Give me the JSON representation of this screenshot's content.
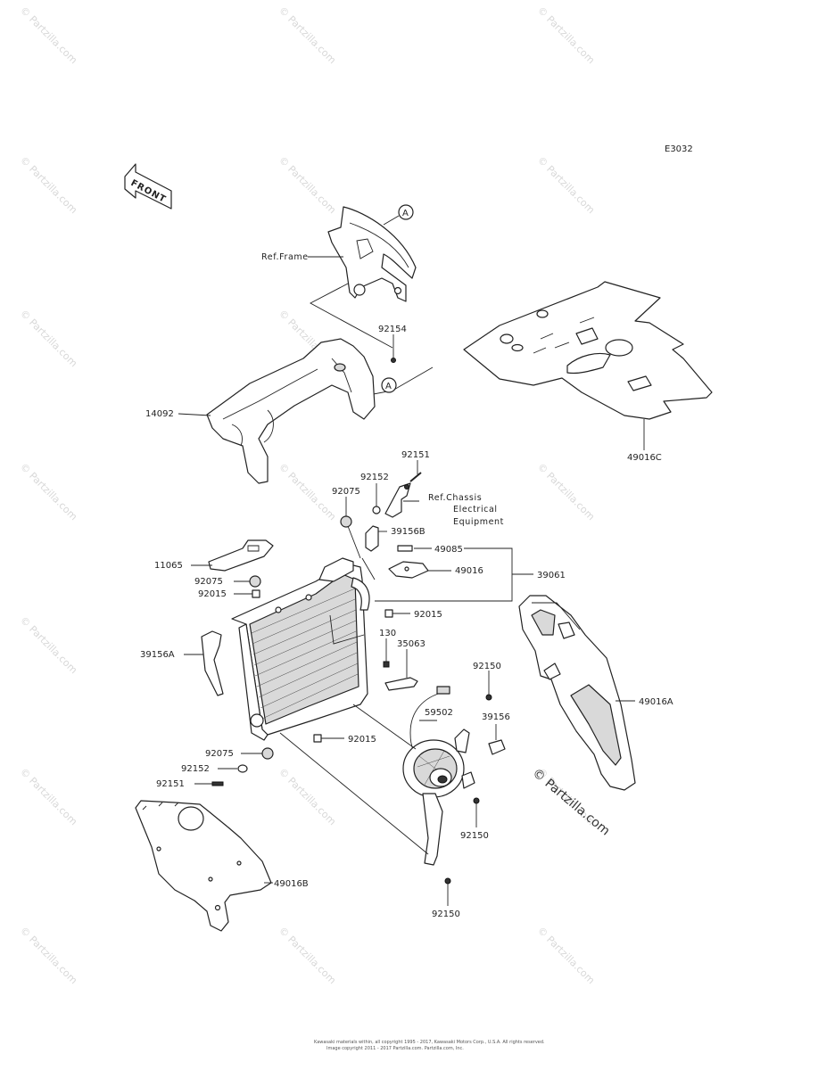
{
  "diagram": {
    "code": "E3032",
    "front_arrow_label": "FRONT",
    "ref_frame_label": "Ref.Frame",
    "ref_chassis_lines": [
      "Ref.Chassis",
      "Electrical",
      "Equipment"
    ],
    "callout_a": "A",
    "watermark": "© Partzilla.com",
    "copyright_big": "© Partzilla.com",
    "footer_lines": [
      "Kawasaki materials within, all copyright 1995 - 2017, Kawasaki Motors Corp., U.S.A. All rights reserved.",
      "Image copyright 2011 - 2017 Partzilla.com. Partzilla.com, Inc."
    ]
  },
  "labels": {
    "p14092": "14092",
    "p92154": "92154",
    "p49016C": "49016C",
    "p92151_top": "92151",
    "p92152_top": "92152",
    "p92075_top": "92075",
    "p39156B": "39156B",
    "p49085": "49085",
    "p49016": "49016",
    "p39061": "39061",
    "p11065": "11065",
    "p92075_mid": "92075",
    "p92015_left": "92015",
    "p92015_right": "92015",
    "p39156A": "39156A",
    "p130": "130",
    "p35063": "35063",
    "p92150_top": "92150",
    "p59502": "59502",
    "p39156": "39156",
    "p49016A": "49016A",
    "p92015_bottom": "92015",
    "p92075_bottom": "92075",
    "p92152_bottom": "92152",
    "p92151_bottom": "92151",
    "p92150_mid": "92150",
    "p49016B": "49016B",
    "p92150_bottom": "92150"
  }
}
